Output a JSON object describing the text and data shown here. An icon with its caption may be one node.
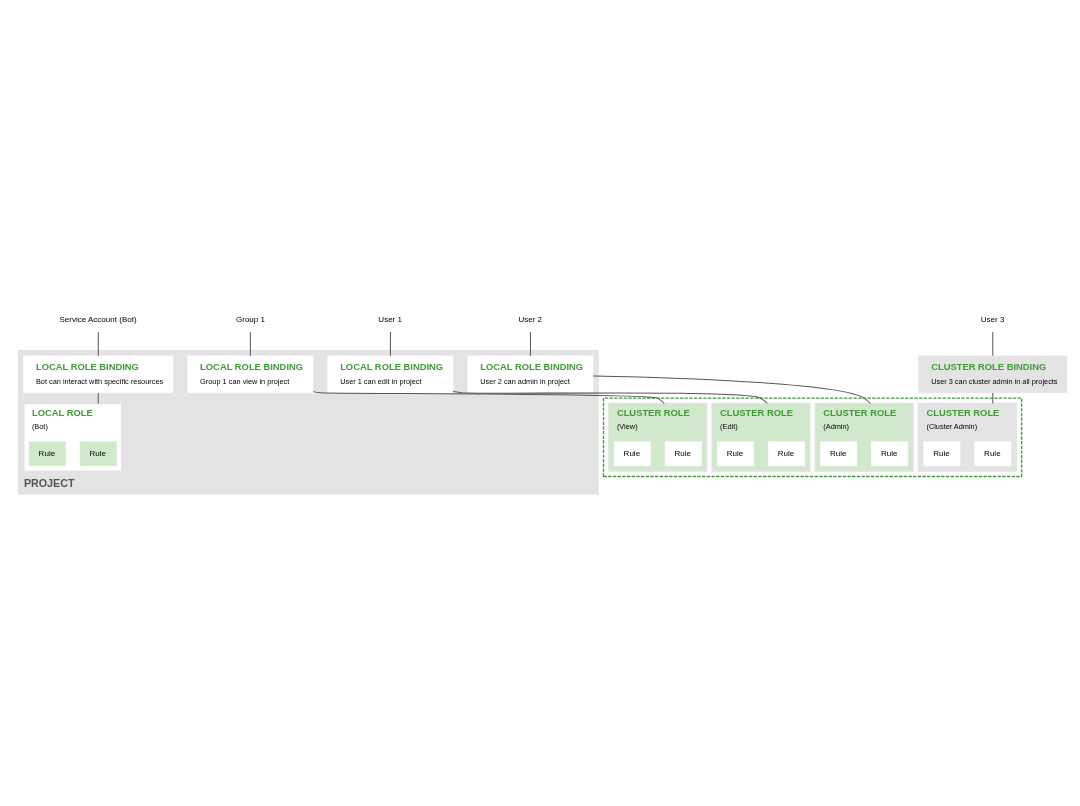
{
  "diagram": {
    "nodes": [
      {
        "text": [
          "Service Account (Bot)"
        ]
      },
      {
        "text": [
          "Group 1"
        ]
      },
      {
        "text": [
          "User 1"
        ]
      },
      {
        "text": [
          "User 2"
        ]
      },
      {
        "text": [
          "User 3"
        ]
      },
      {
        "text": [
          "PROJECT"
        ]
      },
      {
        "text": [
          "LOCAL ROLE BINDING",
          "Bot can interact with specific resources"
        ],
        "in": 5
      },
      {
        "text": [
          "LOCAL ROLE BINDING",
          "Group 1 can view in project"
        ],
        "in": 5
      },
      {
        "text": [
          "LOCAL ROLE BINDING",
          "User 1 can edit in project"
        ],
        "in": 5
      },
      {
        "text": [
          "LOCAL ROLE BINDING",
          "User 2 can admin in project"
        ],
        "in": 5
      },
      {
        "text": [
          "CLUSTER ROLE BINDING",
          "User 3 can cluster admin in all projects"
        ]
      },
      {
        "text": [
          "LOCAL ROLE",
          "(Bot)"
        ],
        "in": 5
      },
      {
        "text": [
          "Rule"
        ],
        "in": 11
      },
      {
        "text": [
          "Rule"
        ],
        "in": 11
      },
      {
        "text": [],
        "shape": "box"
      },
      {
        "text": [
          "CLUSTER ROLE",
          "(View)"
        ],
        "in": 14
      },
      {
        "text": [
          "Rule"
        ],
        "in": 15
      },
      {
        "text": [
          "Rule"
        ],
        "in": 15
      },
      {
        "text": [
          "CLUSTER ROLE",
          "(Edit)"
        ],
        "in": 14
      },
      {
        "text": [
          "Rule"
        ],
        "in": 18
      },
      {
        "text": [
          "Rule"
        ],
        "in": 18
      },
      {
        "text": [
          "CLUSTER ROLE",
          "(Admin)"
        ],
        "in": 14
      },
      {
        "text": [
          "Rule"
        ],
        "in": 21
      },
      {
        "text": [
          "Rule"
        ],
        "in": 21
      },
      {
        "text": [
          "CLUSTER ROLE",
          "(Cluster Admin)"
        ],
        "in": 14
      },
      {
        "text": [
          "Rule"
        ],
        "in": 24
      },
      {
        "text": [
          "Rule"
        ],
        "in": 24
      }
    ],
    "edges": [
      {
        "from": 0,
        "to": 6,
        "arrow": "none"
      },
      {
        "from": 6,
        "to": 11,
        "arrow": "none"
      },
      {
        "from": 1,
        "to": 7,
        "arrow": "none"
      },
      {
        "from": 7,
        "to": 15,
        "arrow": "none"
      },
      {
        "from": 2,
        "to": 8,
        "arrow": "none"
      },
      {
        "from": 8,
        "to": 18,
        "arrow": "none"
      },
      {
        "from": 3,
        "to": 9,
        "arrow": "none"
      },
      {
        "from": 9,
        "to": 21,
        "arrow": "none"
      },
      {
        "from": 4,
        "to": 10,
        "arrow": "none"
      },
      {
        "from": 10,
        "to": 24,
        "arrow": "none"
      }
    ]
  }
}
